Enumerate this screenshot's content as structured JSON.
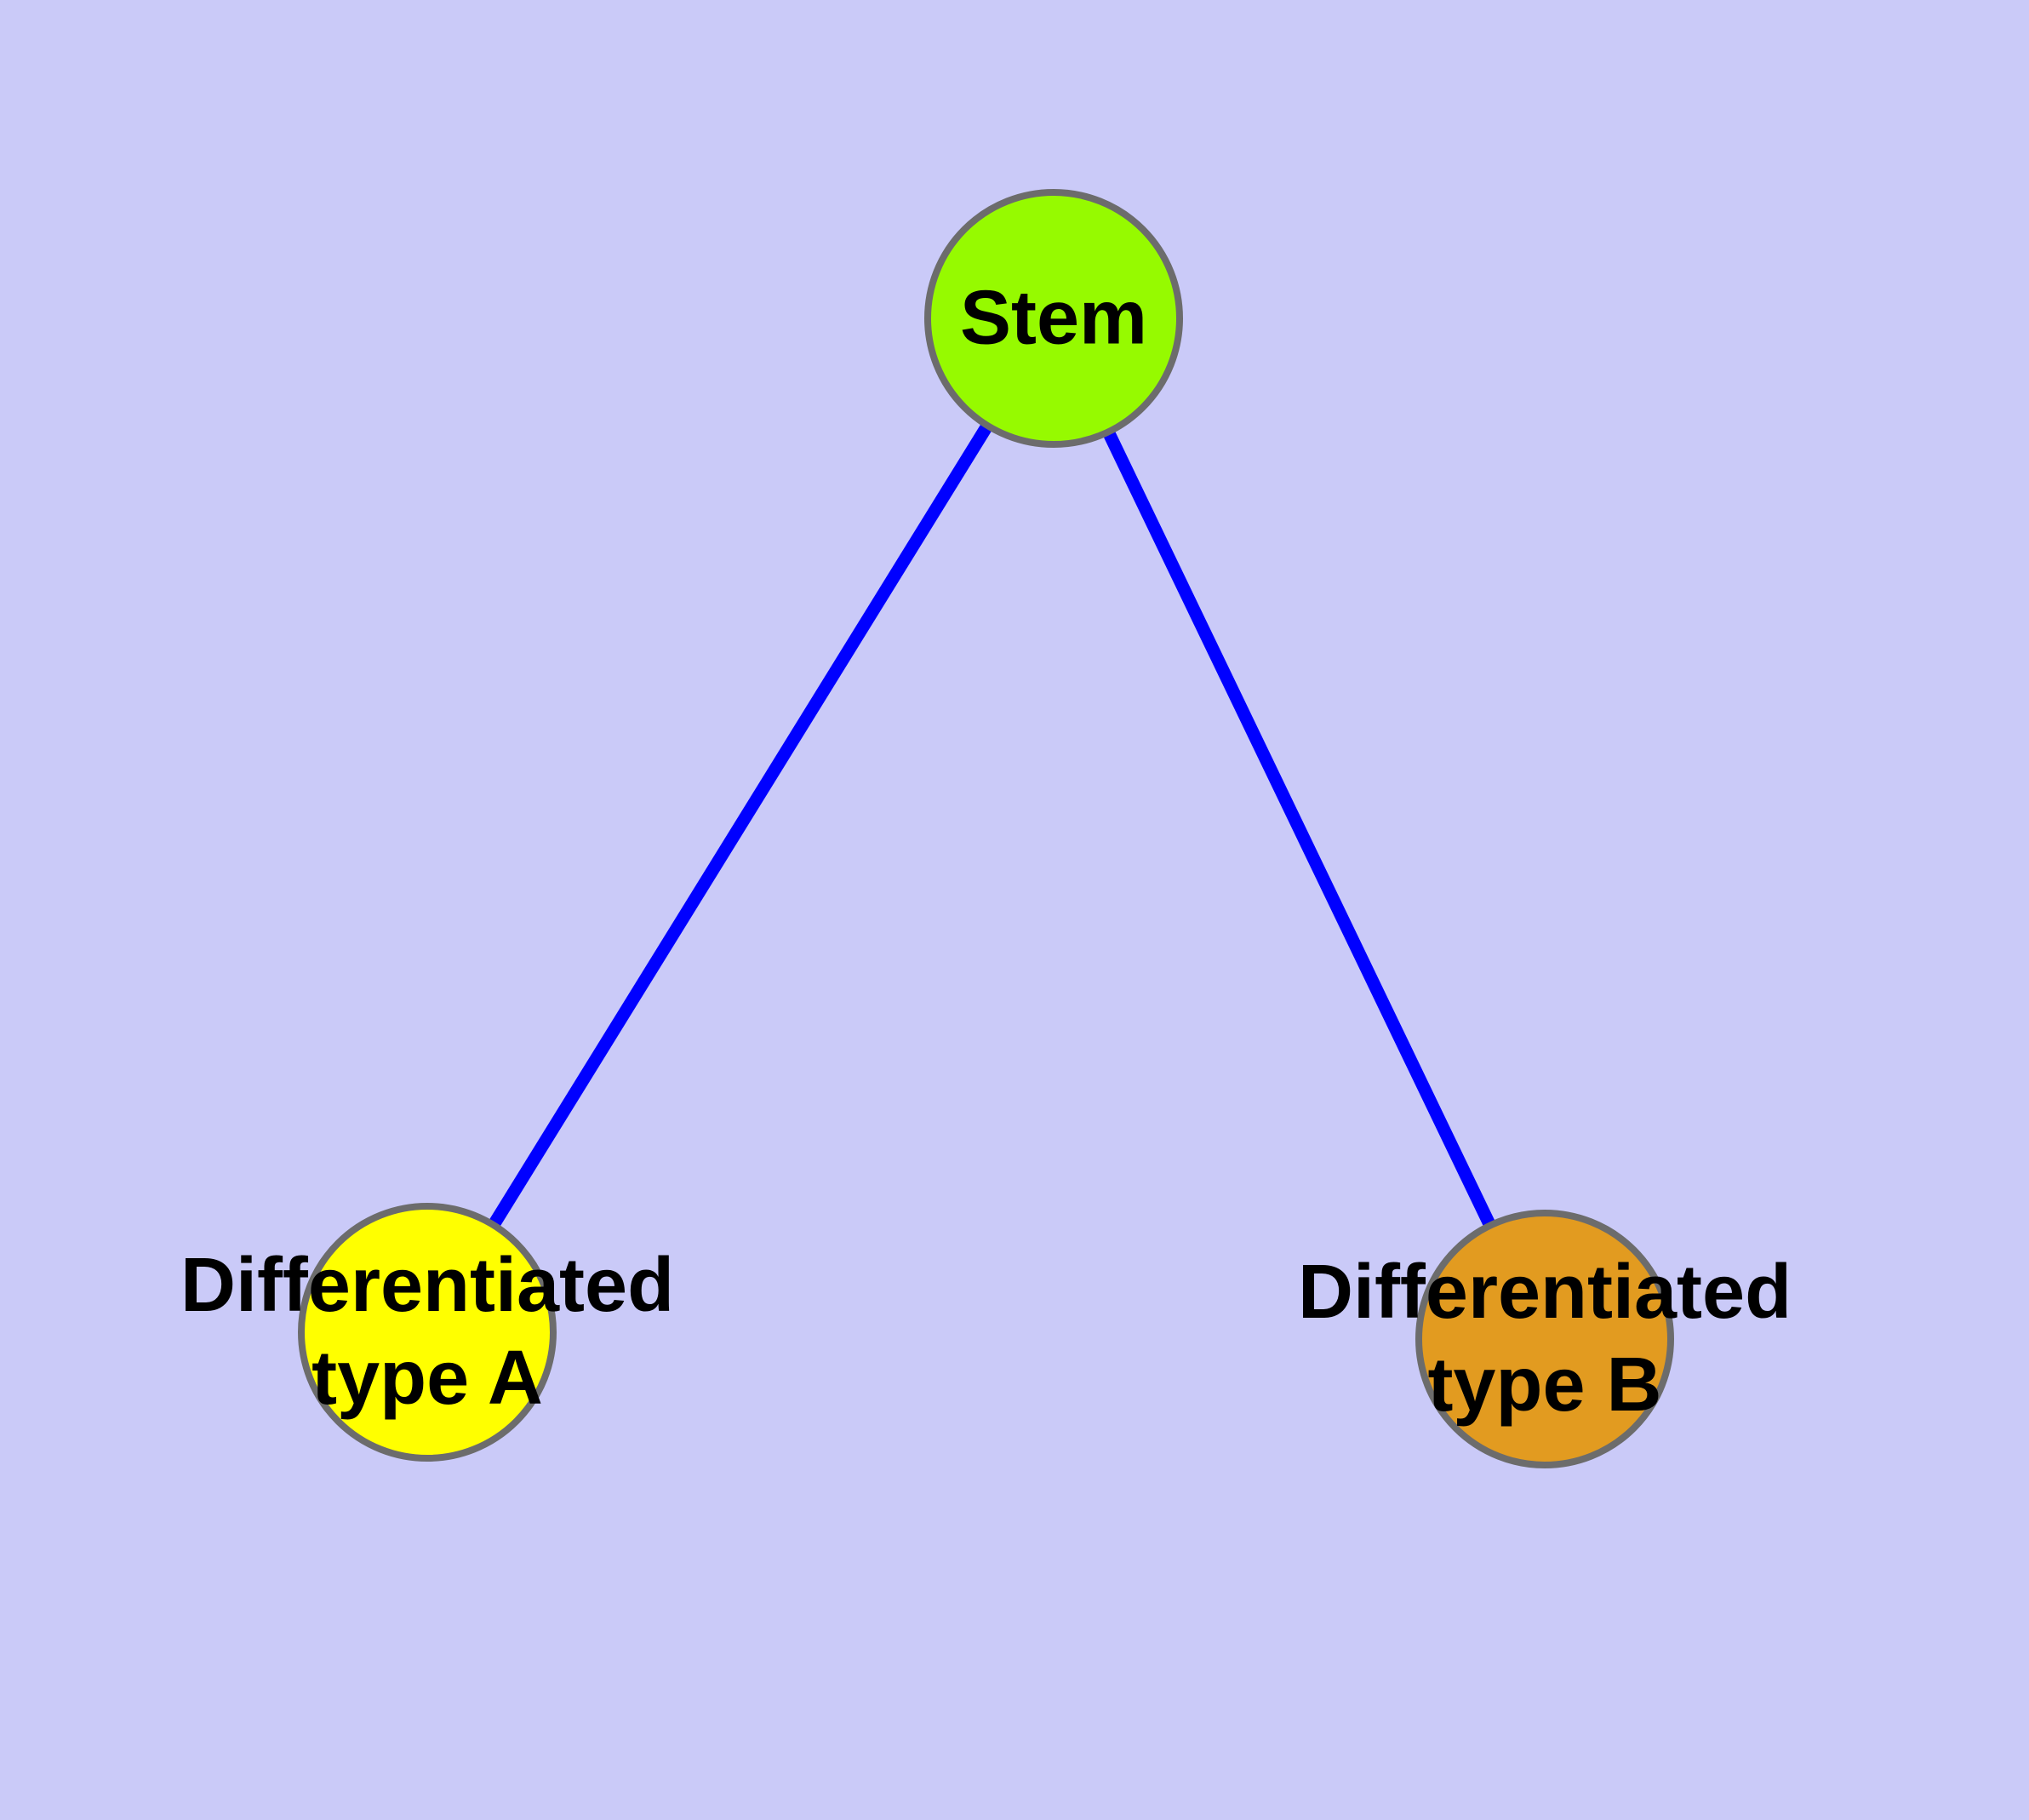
{
  "canvas": {
    "background": "#CACAF8"
  },
  "graph": {
    "label_color": "#000000",
    "node_border_color": "#6C6C6C",
    "edge_color": "#0000FF",
    "nodes": [
      {
        "id": "stem",
        "label": "Stem",
        "fill": "#96FA00",
        "border": "#6C6C6C"
      },
      {
        "id": "type-a",
        "label": "Differentiated\ntype A",
        "fill": "#FFFF00",
        "border": "#6C6C6C"
      },
      {
        "id": "type-b",
        "label": "Differentiated\ntype B",
        "fill": "#E29B20",
        "border": "#6C6C6C"
      }
    ],
    "edges": [
      {
        "from": "stem",
        "to": "type-a",
        "color": "#0000FF"
      },
      {
        "from": "stem",
        "to": "type-b",
        "color": "#0000FF"
      }
    ]
  }
}
